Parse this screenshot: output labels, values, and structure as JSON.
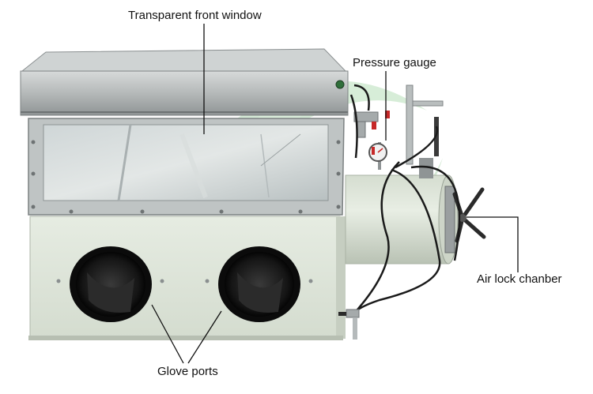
{
  "labels": {
    "window": "Transparent front window",
    "gauge": "Pressure gauge",
    "airlock": "Air lock chanber",
    "glove": "Glove ports"
  },
  "colors": {
    "body": "#dfe6da",
    "body_shadow": "#c9d1c4",
    "steel": "#b9bdbd",
    "steel_dark": "#8a8f90",
    "glass": "#c7cfd0",
    "rubber": "#1a1a1a",
    "watermark": "#4caf50",
    "line": "#111111"
  }
}
